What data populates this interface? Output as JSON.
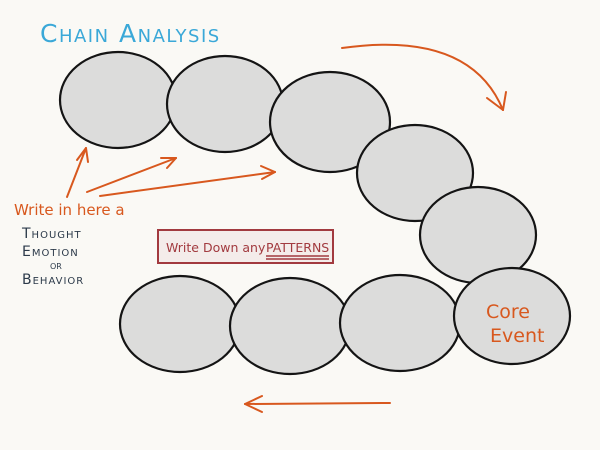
{
  "title": "Chain Analysis",
  "instruction": {
    "line1": "Write in here a",
    "line2": "Thought",
    "line3": "Emotion",
    "line4": "or",
    "line5": "Behavior"
  },
  "patterns_box": {
    "prefix": "Write Down any",
    "emphasis": "PATTERNS"
  },
  "core_event": {
    "line1": "Core",
    "line2": "Event"
  },
  "colors": {
    "title": "#3aa8d8",
    "accent": "#d8581e",
    "link_fill": "#dcdcdb",
    "link_stroke": "#141414",
    "box_border": "#a23a3f",
    "box_fill": "#f4ecea",
    "label_dark": "#2c3a4a"
  }
}
